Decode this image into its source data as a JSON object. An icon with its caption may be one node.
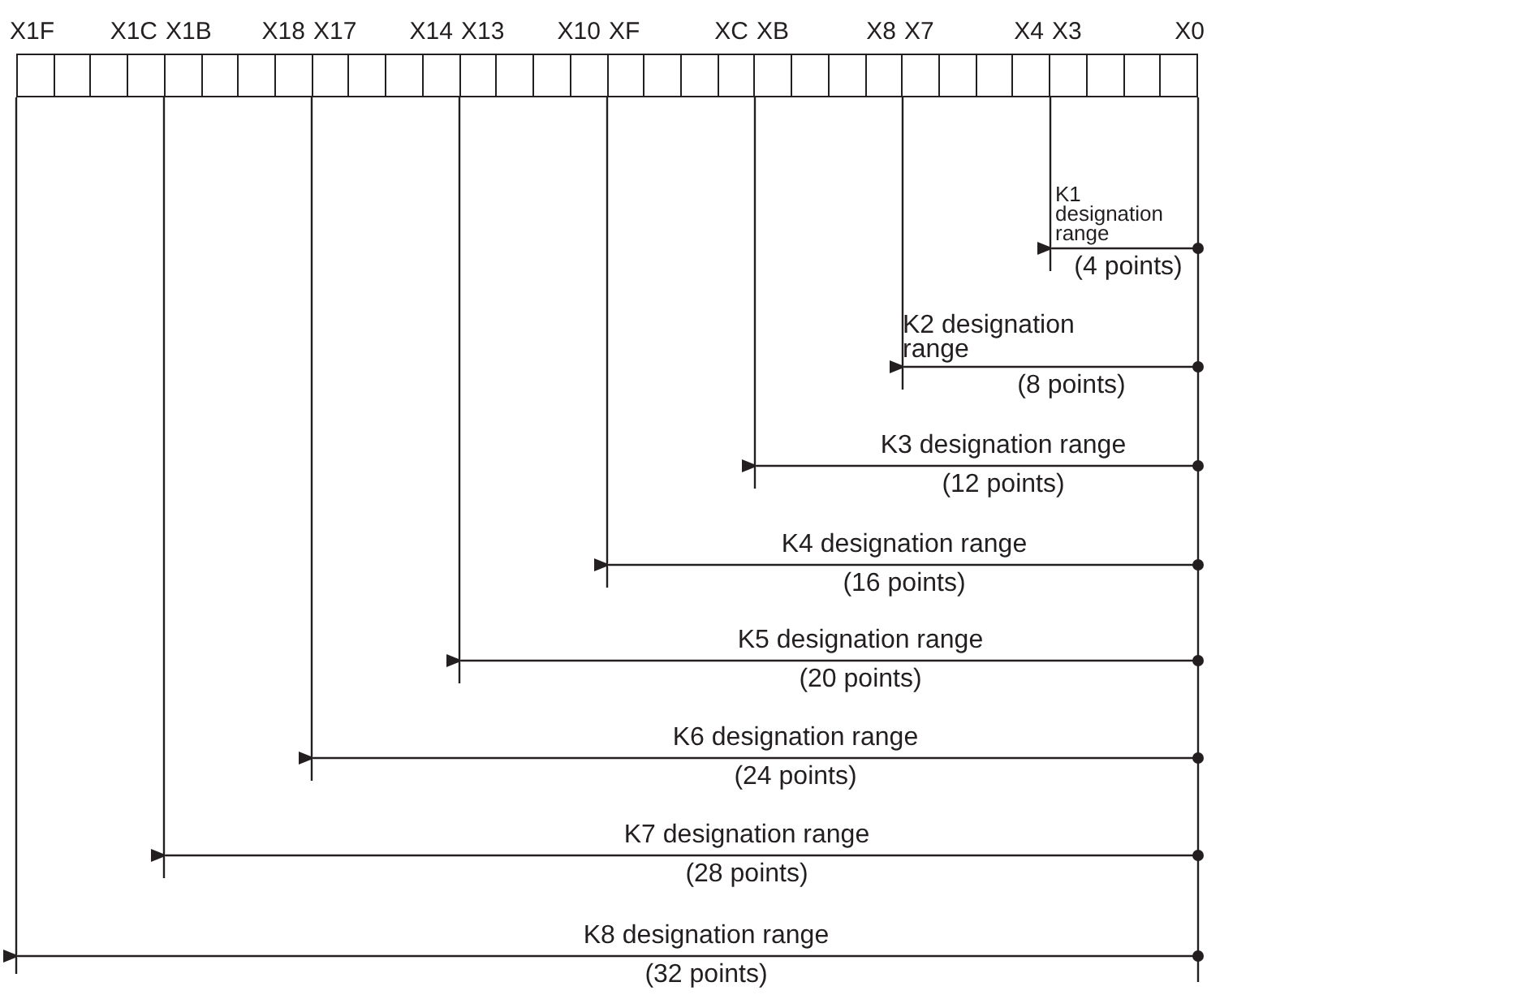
{
  "diagram": {
    "labels": [
      "X1F",
      "X1C",
      "X1B",
      "X18",
      "X17",
      "X14",
      "X13",
      "X10",
      "XF",
      "XC",
      "XB",
      "X8",
      "X7",
      "X4",
      "X3",
      "X0",
      "K1 designation range",
      "(4 points)",
      "K2 designation range",
      "(8 points)",
      "K3 designation range",
      "(12 points)",
      "K4 designation range",
      "(16 points)",
      "K5 designation range",
      "(20 points)",
      "K6 designation range",
      "(24 points)",
      "K7 designation range",
      "(28 points)",
      "K8 designation range",
      "(32 points)"
    ]
  }
}
